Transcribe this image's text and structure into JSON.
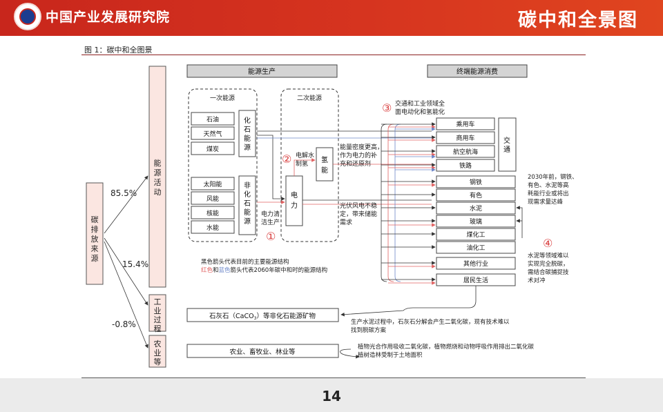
{
  "header": {
    "org_name": "中国产业发展研究院",
    "page_title": "碳中和全景图"
  },
  "figure_title": "图 1：碳中和全图景",
  "sections": {
    "energy_production": "能源生产",
    "end_use": "终端能源消费"
  },
  "left": {
    "source_label": [
      "碳",
      "排",
      "放",
      "来",
      "源"
    ],
    "pct_energy": "85.5%",
    "pct_industry": "15.4%",
    "pct_agri": "-0.8%",
    "energy_activity": [
      "能",
      "源",
      "活",
      "动"
    ],
    "industrial_process": [
      "工",
      "业",
      "过",
      "程"
    ],
    "agriculture": [
      "农",
      "业",
      "等"
    ]
  },
  "primary": {
    "title": "一次能源",
    "fossil": [
      "石油",
      "天然气",
      "煤炭"
    ],
    "fossil_label": [
      "化",
      "石",
      "能",
      "源"
    ],
    "nonfossil": [
      "太阳能",
      "风能",
      "核能",
      "水能"
    ],
    "nonfossil_label": [
      "非",
      "化",
      "石",
      "能",
      "源"
    ]
  },
  "secondary": {
    "title": "二次能源",
    "electrolysis": [
      "电解水",
      "制氢"
    ],
    "hydrogen": [
      "氢",
      "能"
    ],
    "electricity": [
      "电",
      "力"
    ]
  },
  "notes": {
    "clean_power": [
      "电力清",
      "洁生产"
    ],
    "density": [
      "能量密度更高，",
      "作为电力的补",
      "充和还原剂"
    ],
    "pv_wind": [
      "光伏风电不稳",
      "定，带来储能",
      "需求"
    ],
    "transport_elec": [
      "交通和工业领域全",
      "面电动化和氢能化"
    ],
    "peak_2030": [
      "2030年前，钢铁、",
      "有色、水泥等高",
      "耗能行业或将出",
      "现需求量达峰"
    ],
    "ccs": [
      "水泥等领域难以",
      "实现完全脱碳，",
      "需结合碳捕捉技",
      "术对冲"
    ],
    "legend_black": "黑色箭头代表目前的主要能源结构",
    "legend_red": "红色",
    "legend_and": "和",
    "legend_blue": "蓝色",
    "legend_rest": "箭头代表2060年碳中和时的能源结构",
    "cement_process": [
      "生产水泥过程中，石灰石分解会产生二氧化碳，现有技术难以",
      "找到脱碳方案"
    ],
    "agri_note": [
      "植物光合作用吸收二氧化碳，植物燃烧和动物呼吸作用排出二氧化碳",
      "植树造林受制于土地面积"
    ]
  },
  "markers": {
    "m1": "①",
    "m2": "②",
    "m3": "③",
    "m4": "④"
  },
  "transport": {
    "items": [
      "乘用车",
      "商用车",
      "航空航海",
      "铁路"
    ],
    "label": [
      "交",
      "通"
    ]
  },
  "industry_items": [
    "钢铁",
    "有色",
    "水泥",
    "玻璃",
    "煤化工",
    "油化工",
    "其他行业",
    "居民生活"
  ],
  "limestone": {
    "prefix": "石灰石（CaCO",
    "sub": "3",
    "suffix": "）等非化石能源矿物"
  },
  "agri_box": "农业、畜牧业、林业等",
  "page_number": "14",
  "colors": {
    "header_red": "#c8261c",
    "arrow_red": "#e06060",
    "arrow_blue": "#6b86c8",
    "peach": "#fbe6e1",
    "section_gray": "#d4d4d4"
  }
}
